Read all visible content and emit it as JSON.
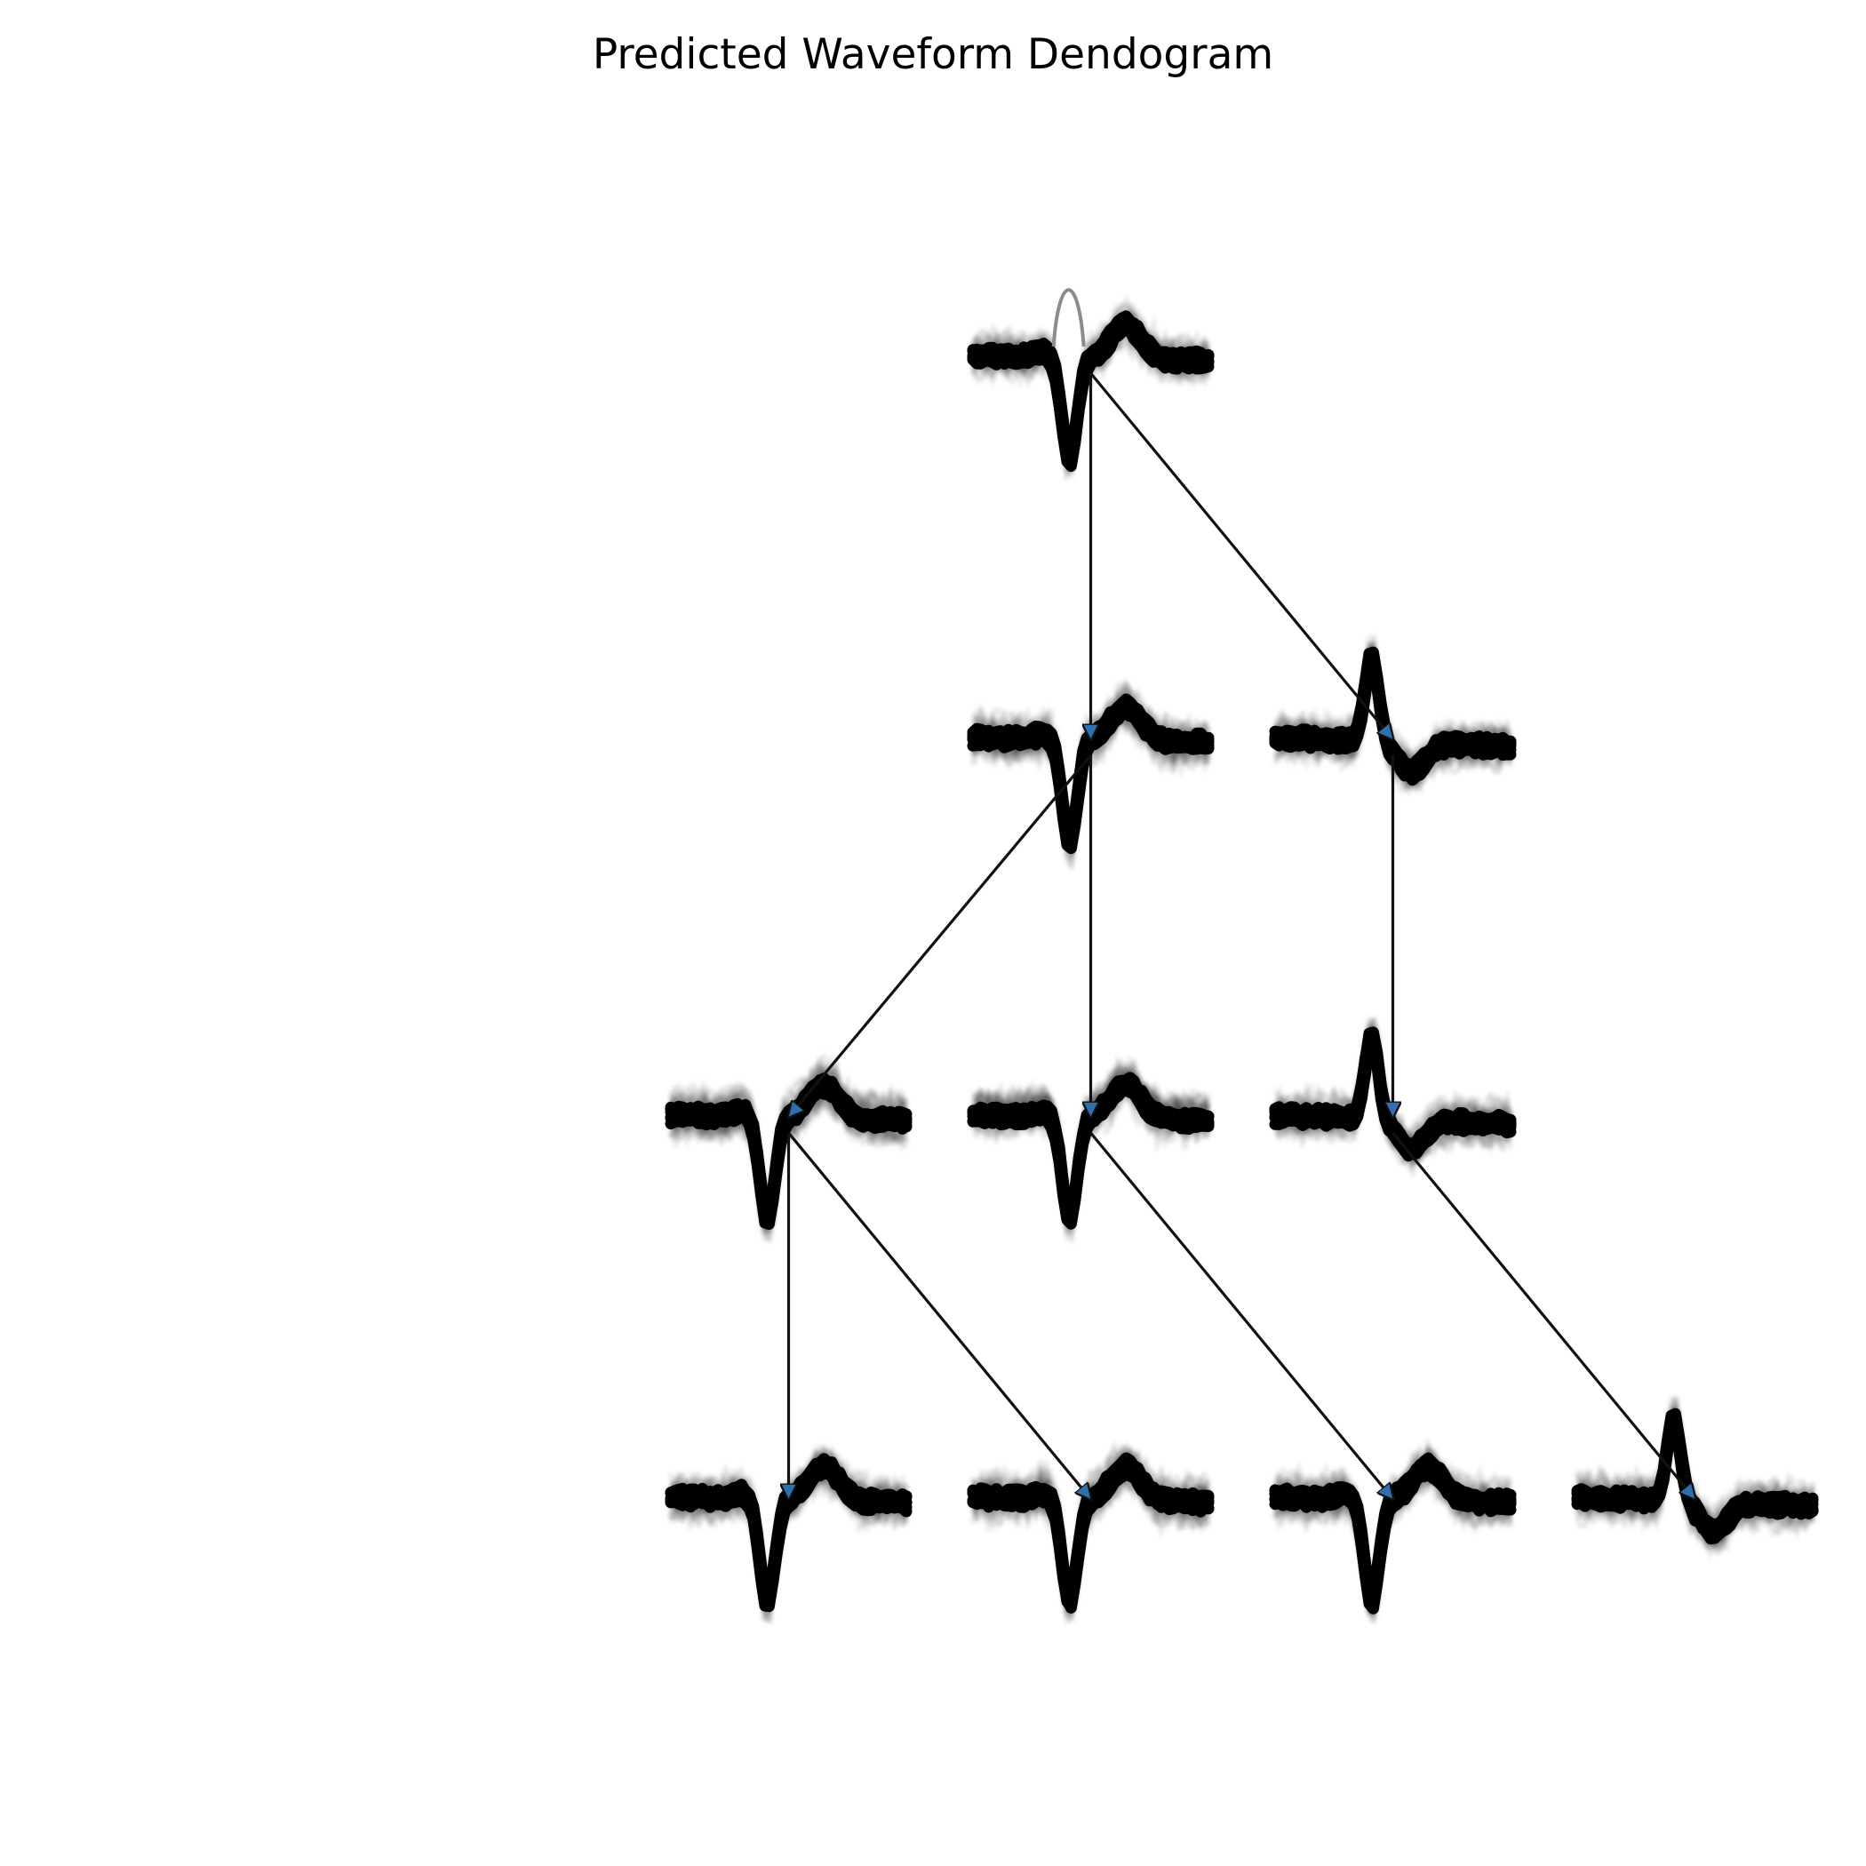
{
  "title": "Predicted Waveform Dendogram",
  "colors": {
    "waveform": "#000000",
    "edge": "#111111",
    "arrow_fill": "#2f6fad",
    "background": "#ffffff"
  },
  "nodes": [
    {
      "id": "n0",
      "level": 0,
      "col": 1,
      "shape": "trough",
      "highlight_peak": true
    },
    {
      "id": "n1",
      "level": 1,
      "col": 1,
      "shape": "trough"
    },
    {
      "id": "n2",
      "level": 1,
      "col": 2,
      "shape": "peak"
    },
    {
      "id": "n3",
      "level": 2,
      "col": 0,
      "shape": "trough"
    },
    {
      "id": "n4",
      "level": 2,
      "col": 1,
      "shape": "trough"
    },
    {
      "id": "n5",
      "level": 2,
      "col": 2,
      "shape": "peak"
    },
    {
      "id": "n6",
      "level": 3,
      "col": 0,
      "shape": "trough"
    },
    {
      "id": "n7",
      "level": 3,
      "col": 1,
      "shape": "trough"
    },
    {
      "id": "n8",
      "level": 3,
      "col": 2,
      "shape": "trough"
    },
    {
      "id": "n9",
      "level": 3,
      "col": 3,
      "shape": "peak"
    }
  ],
  "edges": [
    {
      "from": "n0",
      "to": "n1"
    },
    {
      "from": "n0",
      "to": "n2"
    },
    {
      "from": "n1",
      "to": "n3"
    },
    {
      "from": "n1",
      "to": "n4"
    },
    {
      "from": "n2",
      "to": "n5"
    },
    {
      "from": "n3",
      "to": "n6"
    },
    {
      "from": "n3",
      "to": "n7"
    },
    {
      "from": "n4",
      "to": "n8"
    },
    {
      "from": "n5",
      "to": "n9"
    }
  ]
}
